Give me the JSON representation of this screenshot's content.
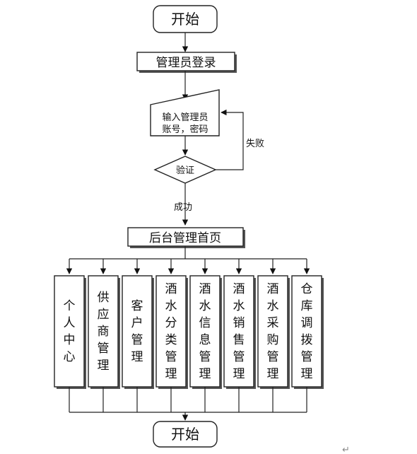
{
  "nodes": {
    "start": "开始",
    "admin_login": "管理员登录",
    "input_line1": "输入管理员",
    "input_line2": "账号，密码",
    "verify": "验证",
    "backend_home": "后台管理首页",
    "end": "开始"
  },
  "edge_labels": {
    "fail": "失败",
    "success": "成功"
  },
  "modules": [
    "个人中心",
    "供应商管理",
    "客户管理",
    "酒水分类管理",
    "酒水信息管理",
    "酒水销售管理",
    "酒水采购管理",
    "仓库调拨管理"
  ],
  "return_mark": "↵"
}
